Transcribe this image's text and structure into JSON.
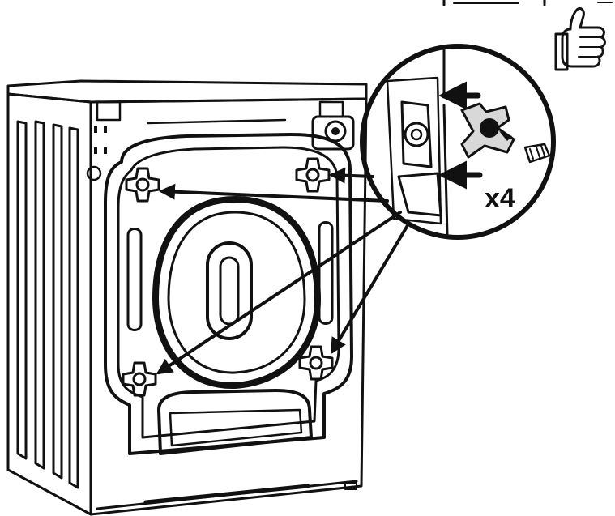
{
  "diagram": {
    "callout": {
      "count_label": "x4"
    },
    "parts": {
      "appliance": "washing-machine-rear",
      "transit_bolts": 4,
      "icons": [
        "thumbs-up-icon",
        "transit-bolt-icon",
        "spacer-icon",
        "arrow-icon"
      ]
    },
    "colors": {
      "line": "#111111",
      "fill": "#ffffff",
      "callout_fill": "#ffffff",
      "part_fill": "#d8d8d8"
    }
  }
}
